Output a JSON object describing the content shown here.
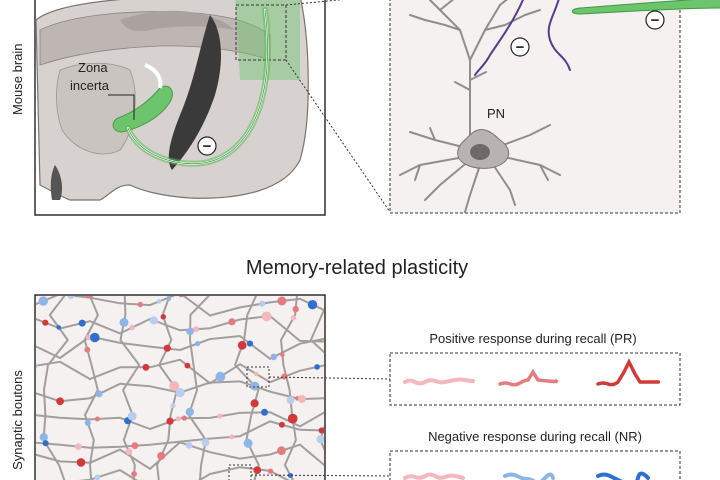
{
  "labels": {
    "mouse_brain": "Mouse brain",
    "zona_incerta_line1": "Zona",
    "zona_incerta_line2": "incerta",
    "pn": "PN",
    "section_title": "Memory-related plasticity",
    "synaptic_boutons": "Synaptic boutons",
    "pr_title": "Positive response during recall (PR)",
    "nr_title": "Negative response during recall (NR)"
  },
  "symbols": {
    "inhibitory": "−"
  },
  "colors": {
    "zi_green": "#6cc46c",
    "projection_green": "#5bb85b",
    "dendrite_gray": "#8e8e8e",
    "axon_purple": "#5b3a8c",
    "pr_light": "#f2b8bc",
    "pr_mid": "#e37b7f",
    "pr_strong": "#d23a3a",
    "nr_light": "#f2b8bc",
    "nr_mid": "#8fb4e6",
    "nr_strong": "#2f6fd0",
    "fiber_gray": "#a29e9c"
  }
}
